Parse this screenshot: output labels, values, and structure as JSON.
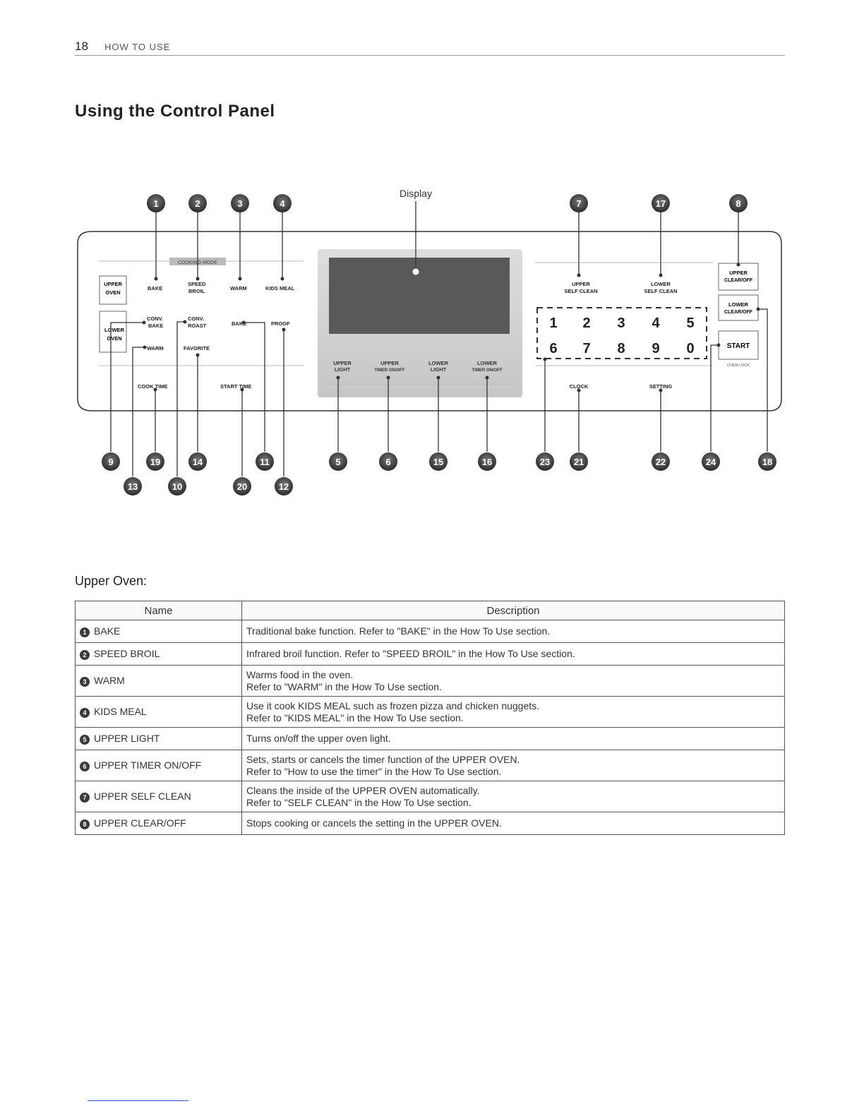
{
  "header": {
    "page_number": "18",
    "section": "HOW TO USE"
  },
  "title": "Using the Control Panel",
  "diagram": {
    "display_label": "Display",
    "cooking_mode_label": "COOKING MODE",
    "oven_buttons": [
      "UPPER OVEN",
      "LOWER OVEN"
    ],
    "panel_labels": {
      "bake": "BAKE",
      "speed_broil": "SPEED BROIL",
      "warm": "WARM",
      "kids_meal": "KIDS MEAL",
      "conv_bake": "CONV. BAKE",
      "conv_roast": "CONV. ROAST",
      "bake_lower": "BAKE",
      "proof": "PROOF",
      "warm_lower": "WARM",
      "favorite": "FAVORITE",
      "cook_time": "COOK TIME",
      "start_time": "START TIME",
      "upper_light": "UPPER LIGHT",
      "upper_timer": "UPPER TIMER ON/OFF",
      "lower_light": "LOWER LIGHT",
      "lower_timer": "LOWER TIMER ON/OFF",
      "upper_self_clean": "UPPER SELF CLEAN",
      "lower_self_clean": "LOWER SELF CLEAN",
      "clock": "CLOCK",
      "setting": "SETTING",
      "upper_clear": "UPPER CLEAR/OFF",
      "lower_clear": "LOWER CLEAR/OFF",
      "start": "START",
      "oven_lock": "OVEN LOCK"
    },
    "keypad": [
      "1",
      "2",
      "3",
      "4",
      "5",
      "6",
      "7",
      "8",
      "9",
      "0"
    ],
    "callouts_top": [
      "1",
      "2",
      "3",
      "4",
      "7",
      "17",
      "8"
    ],
    "callouts_bottom": [
      "9",
      "19",
      "14",
      "11",
      "5",
      "6",
      "15",
      "16",
      "23",
      "21",
      "22",
      "24",
      "18",
      "13",
      "10",
      "20",
      "12"
    ]
  },
  "section_heading": "Upper Oven:",
  "table": {
    "headers": {
      "name": "Name",
      "description": "Description"
    },
    "rows": [
      {
        "num": "1",
        "name": "BAKE",
        "desc": [
          "Traditional bake function. Refer to \"BAKE\" in the How To Use section."
        ]
      },
      {
        "num": "2",
        "name": "SPEED BROIL",
        "desc": [
          "Infrared broil function. Refer to \"SPEED BROIL\" in the How To Use section."
        ]
      },
      {
        "num": "3",
        "name": "WARM",
        "desc": [
          "Warms food in the oven.",
          "Refer to \"WARM\" in the How To Use section."
        ]
      },
      {
        "num": "4",
        "name": "KIDS MEAL",
        "desc": [
          "Use it cook KIDS MEAL such as frozen pizza and chicken nuggets.",
          "Refer to \"KIDS MEAL\" in the How To Use section."
        ]
      },
      {
        "num": "5",
        "name": "UPPER LIGHT",
        "desc": [
          "Turns on/off the upper oven light."
        ]
      },
      {
        "num": "6",
        "name": "UPPER TIMER ON/OFF",
        "desc": [
          "Sets, starts or cancels the timer function of the UPPER OVEN.",
          "Refer to \"How to use the timer\" in the How To Use section."
        ]
      },
      {
        "num": "7",
        "name": "UPPER SELF CLEAN",
        "desc": [
          "Cleans the inside of the UPPER OVEN automatically.",
          "Refer to \"SELF CLEAN\" in the How To Use section."
        ]
      },
      {
        "num": "8",
        "name": "UPPER CLEAR/OFF",
        "desc": [
          "Stops cooking or cancels the setting in the UPPER OVEN."
        ]
      }
    ]
  }
}
